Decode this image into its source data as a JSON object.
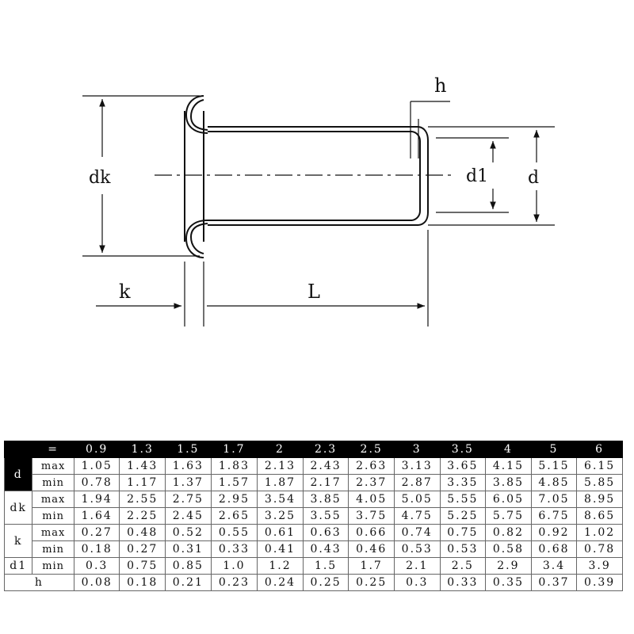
{
  "diagram": {
    "labels": {
      "dk": "dk",
      "d1": "d1",
      "d": "d",
      "k": "k",
      "L": "L",
      "h": "h"
    }
  },
  "table": {
    "header": [
      "=",
      "0.9",
      "1.3",
      "1.5",
      "1.7",
      "2",
      "2.3",
      "2.5",
      "3",
      "3.5",
      "4",
      "5",
      "6"
    ],
    "rows": [
      {
        "param": "d",
        "bound": "max",
        "values": [
          "1.05",
          "1.43",
          "1.63",
          "1.83",
          "2.13",
          "2.43",
          "2.63",
          "3.13",
          "3.65",
          "4.15",
          "5.15",
          "6.15"
        ]
      },
      {
        "param": "",
        "bound": "min",
        "values": [
          "0.78",
          "1.17",
          "1.37",
          "1.57",
          "1.87",
          "2.17",
          "2.37",
          "2.87",
          "3.35",
          "3.85",
          "4.85",
          "5.85"
        ]
      },
      {
        "param": "dk",
        "bound": "max",
        "values": [
          "1.94",
          "2.55",
          "2.75",
          "2.95",
          "3.54",
          "3.85",
          "4.05",
          "5.05",
          "5.55",
          "6.05",
          "7.05",
          "8.95"
        ]
      },
      {
        "param": "",
        "bound": "min",
        "values": [
          "1.64",
          "2.25",
          "2.45",
          "2.65",
          "3.25",
          "3.55",
          "3.75",
          "4.75",
          "5.25",
          "5.75",
          "6.75",
          "8.65"
        ]
      },
      {
        "param": "k",
        "bound": "max",
        "values": [
          "0.27",
          "0.48",
          "0.52",
          "0.55",
          "0.61",
          "0.63",
          "0.66",
          "0.74",
          "0.75",
          "0.82",
          "0.92",
          "1.02"
        ]
      },
      {
        "param": "",
        "bound": "min",
        "values": [
          "0.18",
          "0.27",
          "0.31",
          "0.33",
          "0.41",
          "0.43",
          "0.46",
          "0.53",
          "0.53",
          "0.58",
          "0.68",
          "0.78"
        ]
      },
      {
        "param": "d1",
        "bound": "min",
        "values": [
          "0.3",
          "0.75",
          "0.85",
          "1.0",
          "1.2",
          "1.5",
          "1.7",
          "2.1",
          "2.5",
          "2.9",
          "3.4",
          "3.9"
        ]
      },
      {
        "param": "h",
        "bound": "",
        "values": [
          "0.08",
          "0.18",
          "0.21",
          "0.23",
          "0.24",
          "0.25",
          "0.25",
          "0.3",
          "0.33",
          "0.35",
          "0.37",
          "0.39"
        ]
      }
    ]
  }
}
